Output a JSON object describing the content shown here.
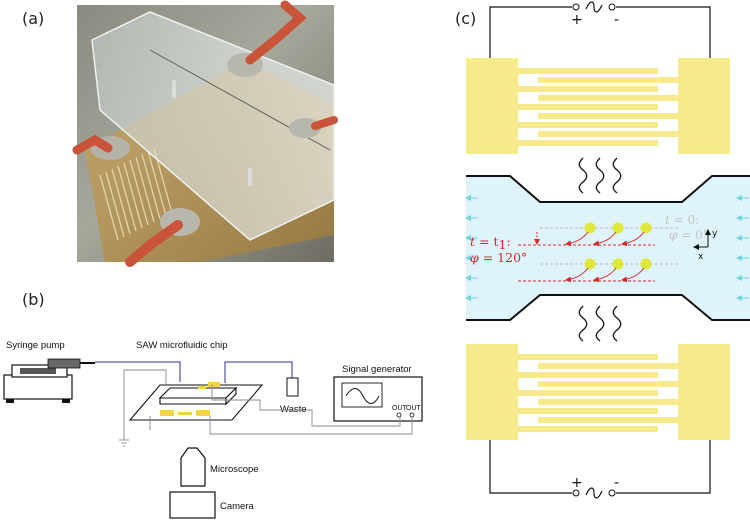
{
  "panel_a": {
    "label": "(a)"
  },
  "panel_b": {
    "label": "(b)",
    "syringe_pump": "Syringe pump",
    "chip": "SAW microfluidic chip",
    "signal_generator": "Signal generator",
    "waste": "Waste",
    "out1": "OUT",
    "out2": "OUT",
    "microscope": "Microscope",
    "camera": "Camera"
  },
  "panel_c": {
    "label": "(c)",
    "top_plus": "+",
    "top_minus": "-",
    "bottom_plus": "+",
    "bottom_minus": "-",
    "t_red_1": "t",
    "t_red_2": " = t",
    "t_red_sub": "1",
    "t_red_3": ":",
    "phi_red_1": "φ",
    "phi_red_2": " = 120°",
    "t_grey_1": "t",
    "t_grey_2": " = 0:",
    "phi_grey_1": "φ",
    "phi_grey_2": " = 0°",
    "axis_y": "y",
    "axis_x": "x"
  },
  "colors": {
    "electrode": "#f6ea8c",
    "channel": "#dff3fb",
    "flow_arrow": "#6fd3e0",
    "particle": "#dfe83a",
    "annotation": "#d62a2a"
  }
}
